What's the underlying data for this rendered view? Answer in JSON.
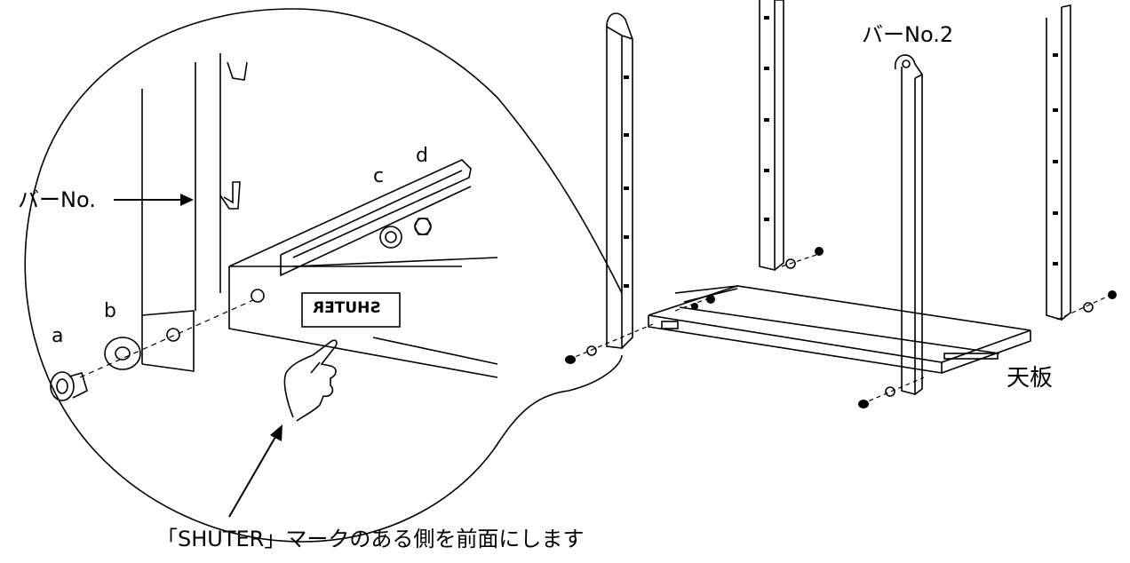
{
  "labels": {
    "bar_no": "バーNo.",
    "bar_no2": "バーNo.2",
    "tenban": "天板",
    "caption": "「SHUTER」マークのある側を前面にします",
    "part_a": "a",
    "part_b": "b",
    "part_c": "c",
    "part_d": "d",
    "plate_mark": "SHUTER"
  },
  "colors": {
    "line": "#000000",
    "background": "#ffffff"
  }
}
